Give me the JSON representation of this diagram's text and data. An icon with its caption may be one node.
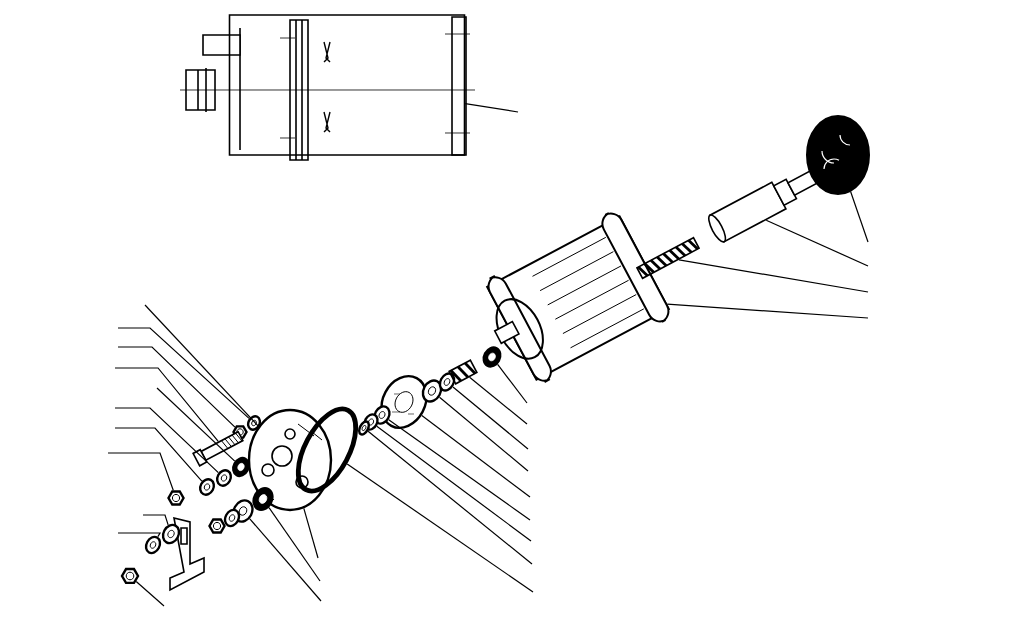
{
  "diagram": {
    "nodes": [
      {
        "text": [],
        "shape": "picture"
      },
      {
        "text": [],
        "shape": "picture"
      },
      {
        "text": [],
        "shape": "picture"
      },
      {
        "text": [],
        "shape": "picture"
      },
      {
        "text": [],
        "shape": "picture"
      },
      {
        "text": [],
        "shape": "picture"
      },
      {
        "text": [],
        "shape": "picture"
      },
      {
        "text": [],
        "shape": "picture"
      },
      {
        "text": [],
        "shape": "picture"
      },
      {
        "text": [],
        "shape": "picture"
      },
      {
        "text": [],
        "shape": "picture"
      },
      {
        "text": [],
        "shape": "picture"
      },
      {
        "text": [],
        "shape": "picture"
      },
      {
        "text": [],
        "shape": "picture"
      },
      {
        "text": [],
        "shape": "picture"
      },
      {
        "text": [],
        "shape": "picture"
      },
      {
        "text": [],
        "shape": "picture"
      },
      {
        "text": [],
        "shape": "picture"
      },
      {
        "text": [],
        "shape": "picture"
      },
      {
        "text": [],
        "shape": "picture"
      },
      {
        "text": [],
        "shape": "picture"
      },
      {
        "text": [],
        "shape": "picture"
      },
      {
        "text": [],
        "shape": "picture"
      },
      {
        "text": [],
        "shape": "picture"
      },
      {
        "text": [],
        "shape": "picture"
      },
      {
        "text": [],
        "shape": "picture"
      },
      {
        "text": [],
        "shape": "picture"
      },
      {
        "text": [],
        "shape": "picture"
      },
      {
        "text": [],
        "shape": "picture"
      },
      {
        "text": [],
        "shape": "picture"
      }
    ],
    "edges": [
      {
        "from": null,
        "to": 0,
        "arrow": "none"
      },
      {
        "from": null,
        "to": 1,
        "arrow": "none"
      },
      {
        "from": null,
        "to": 2,
        "arrow": "none"
      },
      {
        "from": null,
        "to": 3,
        "arrow": "none"
      },
      {
        "from": null,
        "to": 4,
        "arrow": "none"
      },
      {
        "from": null,
        "to": 5,
        "arrow": "none"
      },
      {
        "from": null,
        "to": 6,
        "arrow": "none"
      },
      {
        "from": null,
        "to": 7,
        "arrow": "none"
      },
      {
        "from": null,
        "to": 8,
        "arrow": "none"
      },
      {
        "from": null,
        "to": 9,
        "arrow": "none"
      },
      {
        "from": null,
        "to": 10,
        "arrow": "none"
      },
      {
        "from": null,
        "to": 11,
        "arrow": "none"
      },
      {
        "from": null,
        "to": 12,
        "arrow": "none"
      },
      {
        "from": null,
        "to": 13,
        "arrow": "none"
      },
      {
        "from": null,
        "to": 14,
        "arrow": "none"
      },
      {
        "from": null,
        "to": 15,
        "arrow": "none"
      },
      {
        "from": null,
        "to": 16,
        "arrow": "none"
      },
      {
        "from": null,
        "to": 17,
        "arrow": "none"
      },
      {
        "from": null,
        "to": 18,
        "arrow": "none"
      },
      {
        "from": null,
        "to": 19,
        "arrow": "none"
      },
      {
        "from": null,
        "to": 20,
        "arrow": "none"
      },
      {
        "from": null,
        "to": 21,
        "arrow": "none"
      },
      {
        "from": null,
        "to": 22,
        "arrow": "none"
      },
      {
        "from": null,
        "to": 23,
        "arrow": "none"
      },
      {
        "from": null,
        "to": 24,
        "arrow": "none"
      },
      {
        "from": null,
        "to": 14,
        "arrow": "none"
      },
      {
        "from": null,
        "to": 25,
        "arrow": "none"
      },
      {
        "from": null,
        "to": 26,
        "arrow": "none"
      }
    ]
  }
}
